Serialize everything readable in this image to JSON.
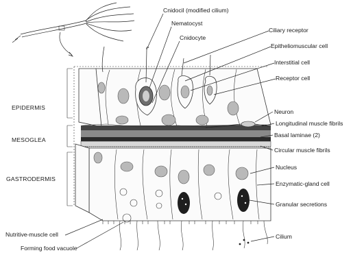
{
  "layers": {
    "epidermis": "EPIDERMIS",
    "mesoglea": "MESOGLEA",
    "gastrodermis": "GASTRODERMIS"
  },
  "labels": {
    "cnidocil": "Cnidocil (modified cilium)",
    "nematocyst": "Nematocyst",
    "cnidocyte": "Cnidocyte",
    "ciliary_receptor": "Ciliary receptor",
    "epitheliomuscular": "Epitheliomuscular cell",
    "interstitial": "Interstitial cell",
    "receptor": "Receptor cell",
    "neuron": "Neuron",
    "longitudinal": "Longitudinal muscle fibrils",
    "basal": "Basal laminae (2)",
    "circular": "Circular muscle fibrils",
    "nucleus": "Nucleus",
    "enzymatic": "Enzymatic-gland cell",
    "granular": "Granular secretions",
    "cilium": "Cilium",
    "nutritive": "Nutritive-muscle cell",
    "food_vacuole": "Forming food vacuole"
  }
}
